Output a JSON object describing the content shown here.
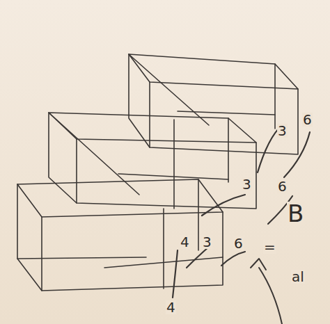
{
  "diagram": {
    "labels": [
      "6",
      "3",
      "3",
      "6",
      "4",
      "3",
      "6",
      "4",
      "B",
      "=",
      "al"
    ]
  }
}
